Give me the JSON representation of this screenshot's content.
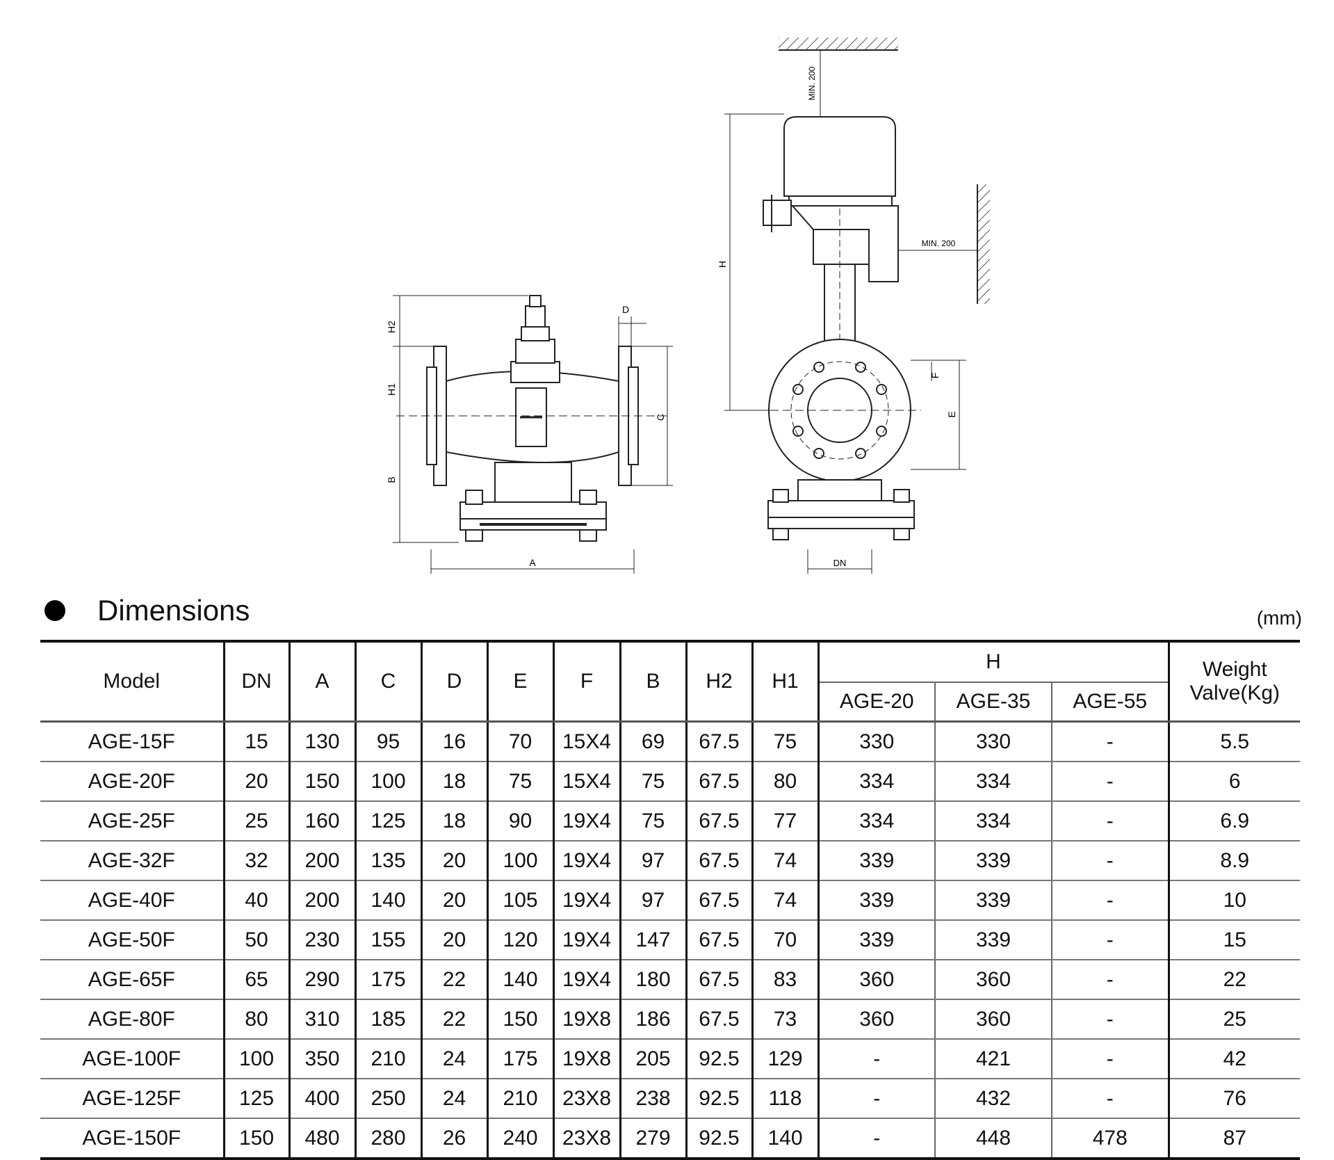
{
  "drawing": {
    "labels": {
      "h2": "H2",
      "h1": "H1",
      "b": "B",
      "d": "D",
      "c": "C",
      "a": "A",
      "dn": "DN",
      "h": "H",
      "f": "F",
      "e": "E",
      "min_top": "MIN. 200",
      "min_side": "MIN. 200"
    }
  },
  "section": {
    "title": "Dimensions",
    "unit": "(mm)"
  },
  "table": {
    "headers": {
      "model": "Model",
      "dn": "DN",
      "a": "A",
      "c": "C",
      "d": "D",
      "e": "E",
      "f": "F",
      "b": "B",
      "h2": "H2",
      "h1": "H1",
      "h": "H",
      "h_sub": [
        "AGE-20",
        "AGE-35",
        "AGE-55"
      ],
      "weight_line1": "Weight",
      "weight_line2": "Valve(Kg)"
    },
    "rows": [
      [
        "AGE-15F",
        "15",
        "130",
        "95",
        "16",
        "70",
        "15X4",
        "69",
        "67.5",
        "75",
        "330",
        "330",
        "-",
        "5.5"
      ],
      [
        "AGE-20F",
        "20",
        "150",
        "100",
        "18",
        "75",
        "15X4",
        "75",
        "67.5",
        "80",
        "334",
        "334",
        "-",
        "6"
      ],
      [
        "AGE-25F",
        "25",
        "160",
        "125",
        "18",
        "90",
        "19X4",
        "75",
        "67.5",
        "77",
        "334",
        "334",
        "-",
        "6.9"
      ],
      [
        "AGE-32F",
        "32",
        "200",
        "135",
        "20",
        "100",
        "19X4",
        "97",
        "67.5",
        "74",
        "339",
        "339",
        "-",
        "8.9"
      ],
      [
        "AGE-40F",
        "40",
        "200",
        "140",
        "20",
        "105",
        "19X4",
        "97",
        "67.5",
        "74",
        "339",
        "339",
        "-",
        "10"
      ],
      [
        "AGE-50F",
        "50",
        "230",
        "155",
        "20",
        "120",
        "19X4",
        "147",
        "67.5",
        "70",
        "339",
        "339",
        "-",
        "15"
      ],
      [
        "AGE-65F",
        "65",
        "290",
        "175",
        "22",
        "140",
        "19X4",
        "180",
        "67.5",
        "83",
        "360",
        "360",
        "-",
        "22"
      ],
      [
        "AGE-80F",
        "80",
        "310",
        "185",
        "22",
        "150",
        "19X8",
        "186",
        "67.5",
        "73",
        "360",
        "360",
        "-",
        "25"
      ],
      [
        "AGE-100F",
        "100",
        "350",
        "210",
        "24",
        "175",
        "19X8",
        "205",
        "92.5",
        "129",
        "-",
        "421",
        "-",
        "42"
      ],
      [
        "AGE-125F",
        "125",
        "400",
        "250",
        "24",
        "210",
        "23X8",
        "238",
        "92.5",
        "118",
        "-",
        "432",
        "-",
        "76"
      ],
      [
        "AGE-150F",
        "150",
        "480",
        "280",
        "26",
        "240",
        "23X8",
        "279",
        "92.5",
        "140",
        "-",
        "448",
        "478",
        "87"
      ]
    ]
  }
}
